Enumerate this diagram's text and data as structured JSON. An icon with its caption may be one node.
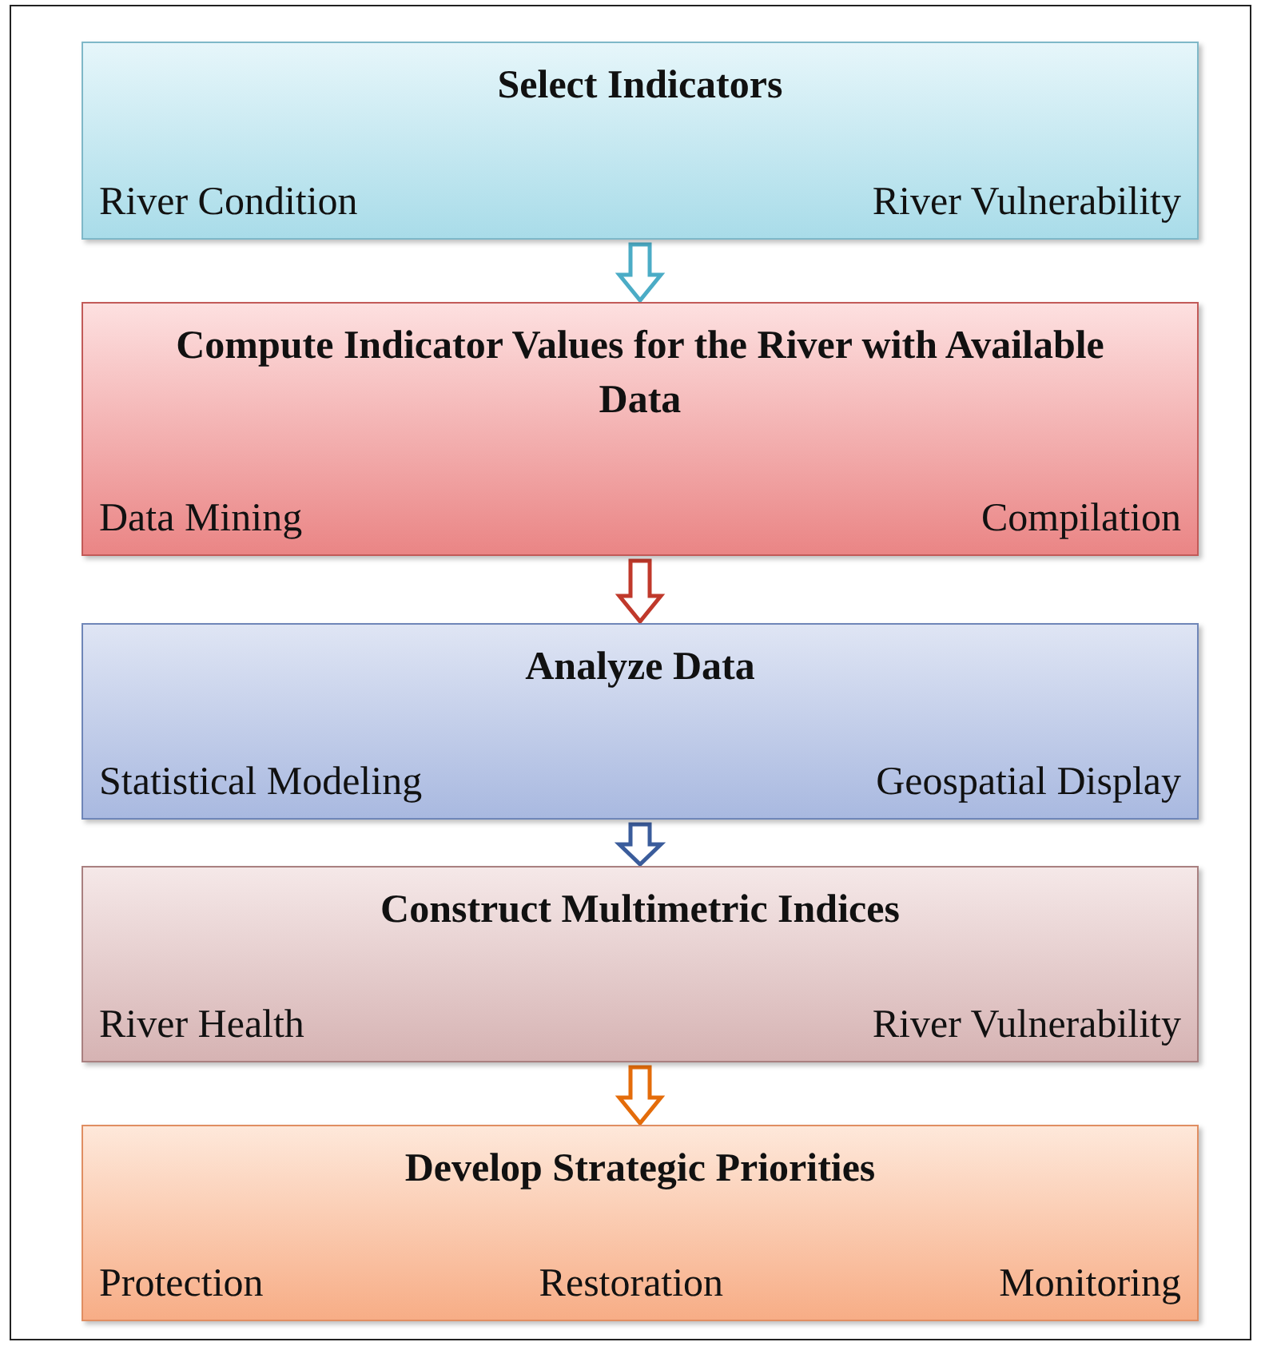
{
  "diagram": {
    "nodes": [
      {
        "text": [
          "Select Indicators",
          "River Condition",
          "River Vulnerability"
        ]
      },
      {
        "text": [
          "Compute Indicator Values for the River with Available Data",
          "Data Mining",
          "Compilation"
        ]
      },
      {
        "text": [
          "Analyze Data",
          "Statistical Modeling",
          "Geospatial Display"
        ]
      },
      {
        "text": [
          "Construct Multimetric Indices",
          "River Health",
          "River Vulnerability"
        ]
      },
      {
        "text": [
          "Develop Strategic Priorities",
          "Protection",
          "Restoration",
          "Monitoring"
        ]
      }
    ],
    "edges": [
      {
        "from": 0,
        "to": 1,
        "arrow": "to",
        "color": "#4bacc6"
      },
      {
        "from": 1,
        "to": 2,
        "arrow": "to",
        "color": "#c0392b"
      },
      {
        "from": 2,
        "to": 3,
        "arrow": "to",
        "color": "#3a5c9b"
      },
      {
        "from": 3,
        "to": 4,
        "arrow": "to",
        "color": "#e46c0a"
      }
    ]
  }
}
